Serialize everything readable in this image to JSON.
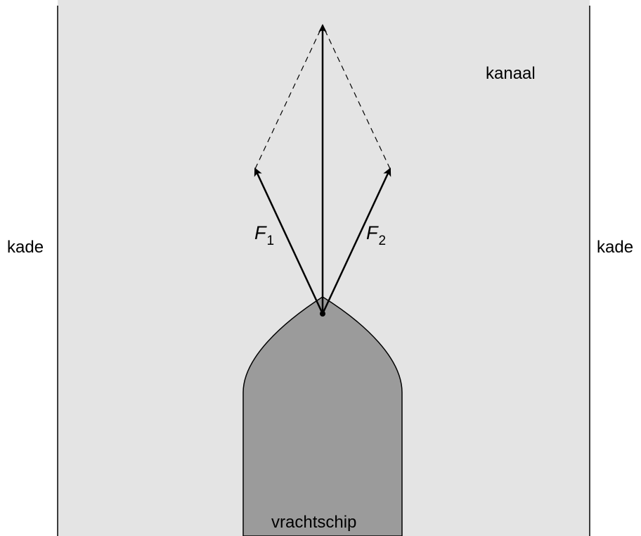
{
  "labels": {
    "quay_left": "kade",
    "quay_right": "kade",
    "canal": "kanaal",
    "ship": "vrachtschip"
  },
  "forces": {
    "f1": {
      "symbol": "F",
      "subscript": "1"
    },
    "f2": {
      "symbol": "F",
      "subscript": "2"
    }
  },
  "colors": {
    "water": "#e4e4e4",
    "ship": "#9b9b9b",
    "lines": "#000000",
    "background": "#ffffff"
  }
}
